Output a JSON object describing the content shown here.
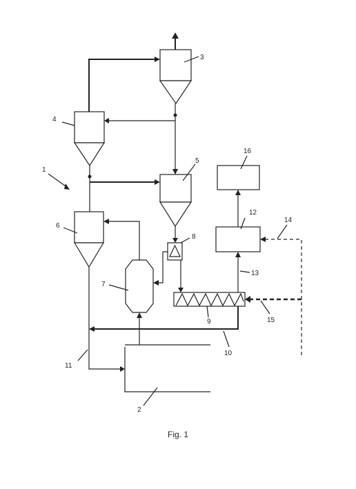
{
  "labels": {
    "n1": "1",
    "n2": "2",
    "n3": "3",
    "n4": "4",
    "n5": "5",
    "n6": "6",
    "n7": "7",
    "n8": "8",
    "n9": "9",
    "n10": "10",
    "n11": "11",
    "n12": "12",
    "n13": "13",
    "n14": "14",
    "n15": "15",
    "n16": "16"
  },
  "caption": "Fig. 1"
}
